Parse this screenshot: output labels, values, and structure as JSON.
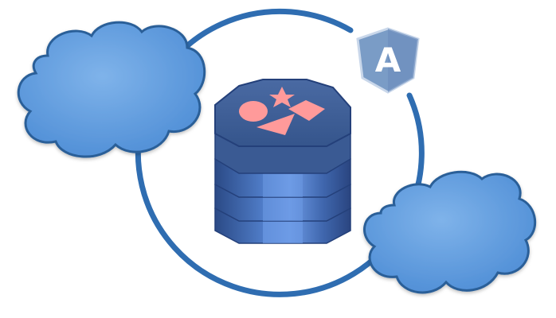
{
  "diagram": {
    "logo": {
      "icon": "angular-logo",
      "letter": "A"
    },
    "colors": {
      "ring": "#2f6db1",
      "cloud_fill": "#5b9be0",
      "cloud_outline": "#2b5f98",
      "db_top": "#3f5f95",
      "db_side_dark": "#2d4b84",
      "db_side_light": "#5f8fd8",
      "shapes": "#ff9a9a",
      "logo_fill": "#7a9cc6",
      "logo_outline": "#c9d7ea",
      "logo_letter": "#ffffff"
    },
    "database": {
      "icon": "database-icon",
      "shapes_on_top": [
        "circle",
        "star",
        "square",
        "triangle"
      ]
    },
    "clouds": [
      "cloud-left",
      "cloud-right"
    ]
  }
}
